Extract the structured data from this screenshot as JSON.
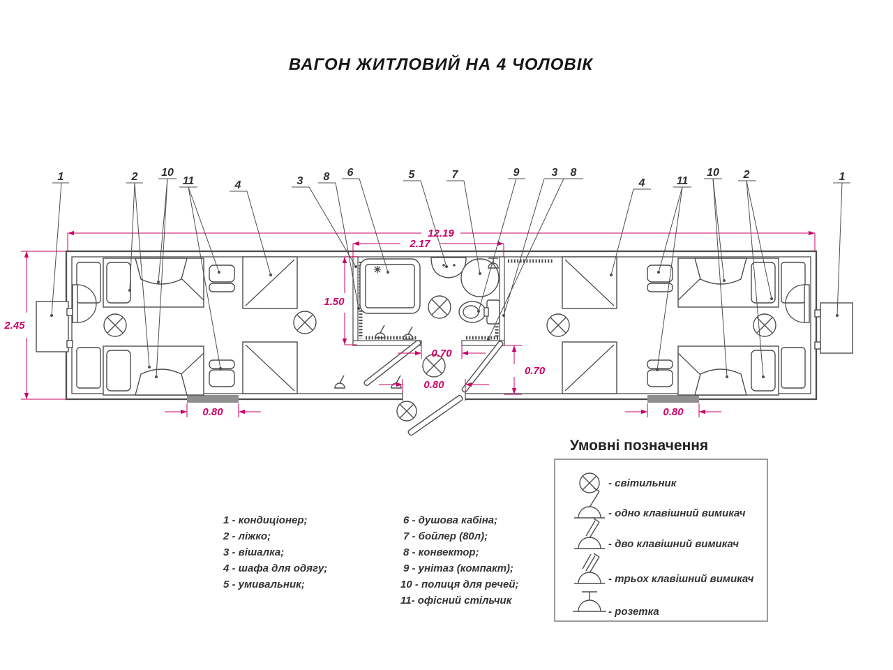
{
  "title": "ВАГОН ЖИТЛОВИЙ НА 4 ЧОЛОВІК",
  "colors": {
    "dimension": "#cc0066",
    "drawing_line": "#4d4d4d"
  },
  "dimensions": {
    "total_length": "12.19",
    "sanitary_width": "2.17",
    "wagon_width": "2.45",
    "sanitary_depth": "1.50",
    "sanitary_door": "0.70",
    "vestibule_depth": "0.70",
    "entrance_width": "0.80",
    "window_left": "0.80",
    "window_right": "0.80"
  },
  "callouts": [
    "1",
    "2",
    "10",
    "11",
    "4",
    "3",
    "8",
    "6",
    "5",
    "7",
    "9",
    "3",
    "8",
    "4",
    "11",
    "10",
    "2",
    "1"
  ],
  "parts_list": {
    "column1": [
      "1 - кондиціонер;",
      "2 - ліжко;",
      "3 - вішалка;",
      "4 - шафа для одягу;",
      "5 - умивальник;"
    ],
    "column2": [
      "6 - душова кабіна;",
      "7 - бойлер (80л);",
      "8 - конвектор;",
      "9 - унітаз (компакт);",
      "10 - полиця для речей;",
      "11- офісний стільчик"
    ]
  },
  "legend": {
    "title": "Умовні позначення",
    "items": [
      {
        "icon": "lamp-icon",
        "label": "- світильник"
      },
      {
        "icon": "one-key-switch-icon",
        "label": "- одно клавішний вимикач"
      },
      {
        "icon": "two-key-switch-icon",
        "label": "- дво клавішний вимикач"
      },
      {
        "icon": "three-key-switch-icon",
        "label": "- трьох клавішний вимикач"
      },
      {
        "icon": "socket-icon",
        "label": "- розетка"
      }
    ]
  }
}
